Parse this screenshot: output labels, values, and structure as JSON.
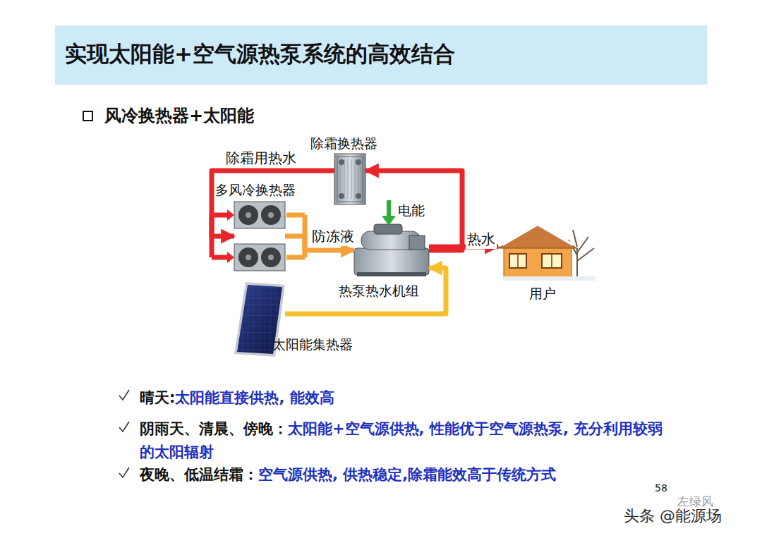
{
  "diagram": {
    "title": "实现太阳能+空气源热泵系统的高效结合",
    "nodes": [
      {
        "text": [
          "除霜换热器"
        ]
      },
      {
        "text": [
          "多风冷换热器"
        ]
      },
      {
        "text": [
          "热泵热水机组"
        ]
      },
      {
        "text": [
          "用户"
        ]
      },
      {
        "text": [
          "太阳能集热器"
        ]
      }
    ],
    "edges": [
      {
        "from": 2,
        "to": 3,
        "label": "热水",
        "arrow": "to"
      },
      {
        "from": 2,
        "to": 0,
        "arrow": "to"
      },
      {
        "from": 0,
        "to": 1,
        "label": "除霜用热水",
        "arrow": "to"
      },
      {
        "from": 1,
        "to": 2,
        "label": "防冻液",
        "arrow": "to"
      },
      {
        "from": 4,
        "to": 2,
        "arrow": "to"
      }
    ],
    "labels": [
      "风冷换热器+太阳能",
      "电能",
      "晴天:",
      "太阳能直接供热, 能效高",
      "阴雨天、清晨、傍晚：",
      "太阳能+空气源供热, 性能优于空气源热泵, 充分利用较弱的太阳辐射",
      "夜晚、低温结霜：",
      "空气源供热, 供热稳定,除霜能效高于传统方式",
      "58",
      "左绿风",
      "头条 @能源场"
    ]
  }
}
